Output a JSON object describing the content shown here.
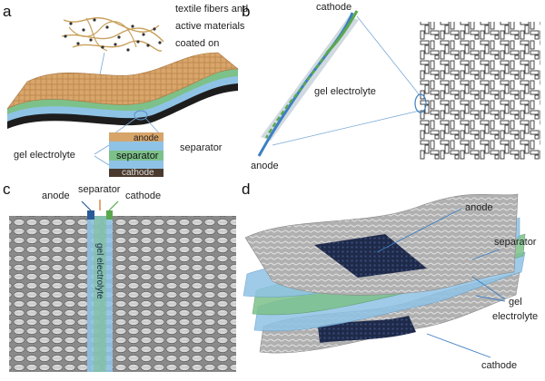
{
  "panels": {
    "a": {
      "letter": "a",
      "fiber_label_line1": "textile fibers and",
      "fiber_label_line2": "active materials",
      "fiber_label_line3": "coated on",
      "separator_label": "separator",
      "gel_label": "gel electrolyte",
      "stack": {
        "anode": "anode",
        "separator": "separator",
        "cathode": "cathode"
      }
    },
    "b": {
      "letter": "b",
      "cathode_label": "cathode",
      "gel_label": "gel electrolyte",
      "anode_label": "anode"
    },
    "c": {
      "letter": "c",
      "anode_label": "anode",
      "separator_label": "separator",
      "cathode_label": "cathode",
      "gel_label": "gel electrolyte"
    },
    "d": {
      "letter": "d",
      "anode_label": "anode",
      "separator_label": "separator",
      "gel_label_line1": "gel",
      "gel_label_line2": "electrolyte",
      "cathode_label": "cathode"
    }
  },
  "colors": {
    "textile_tan": "#d7a46a",
    "gel_blue": "#8fc3e6",
    "separator_green": "#7dc18a",
    "cathode_dark": "#4a3a2e",
    "fabric_gray": "#a8a8a8",
    "anode_navy": "#1f2a4a"
  }
}
